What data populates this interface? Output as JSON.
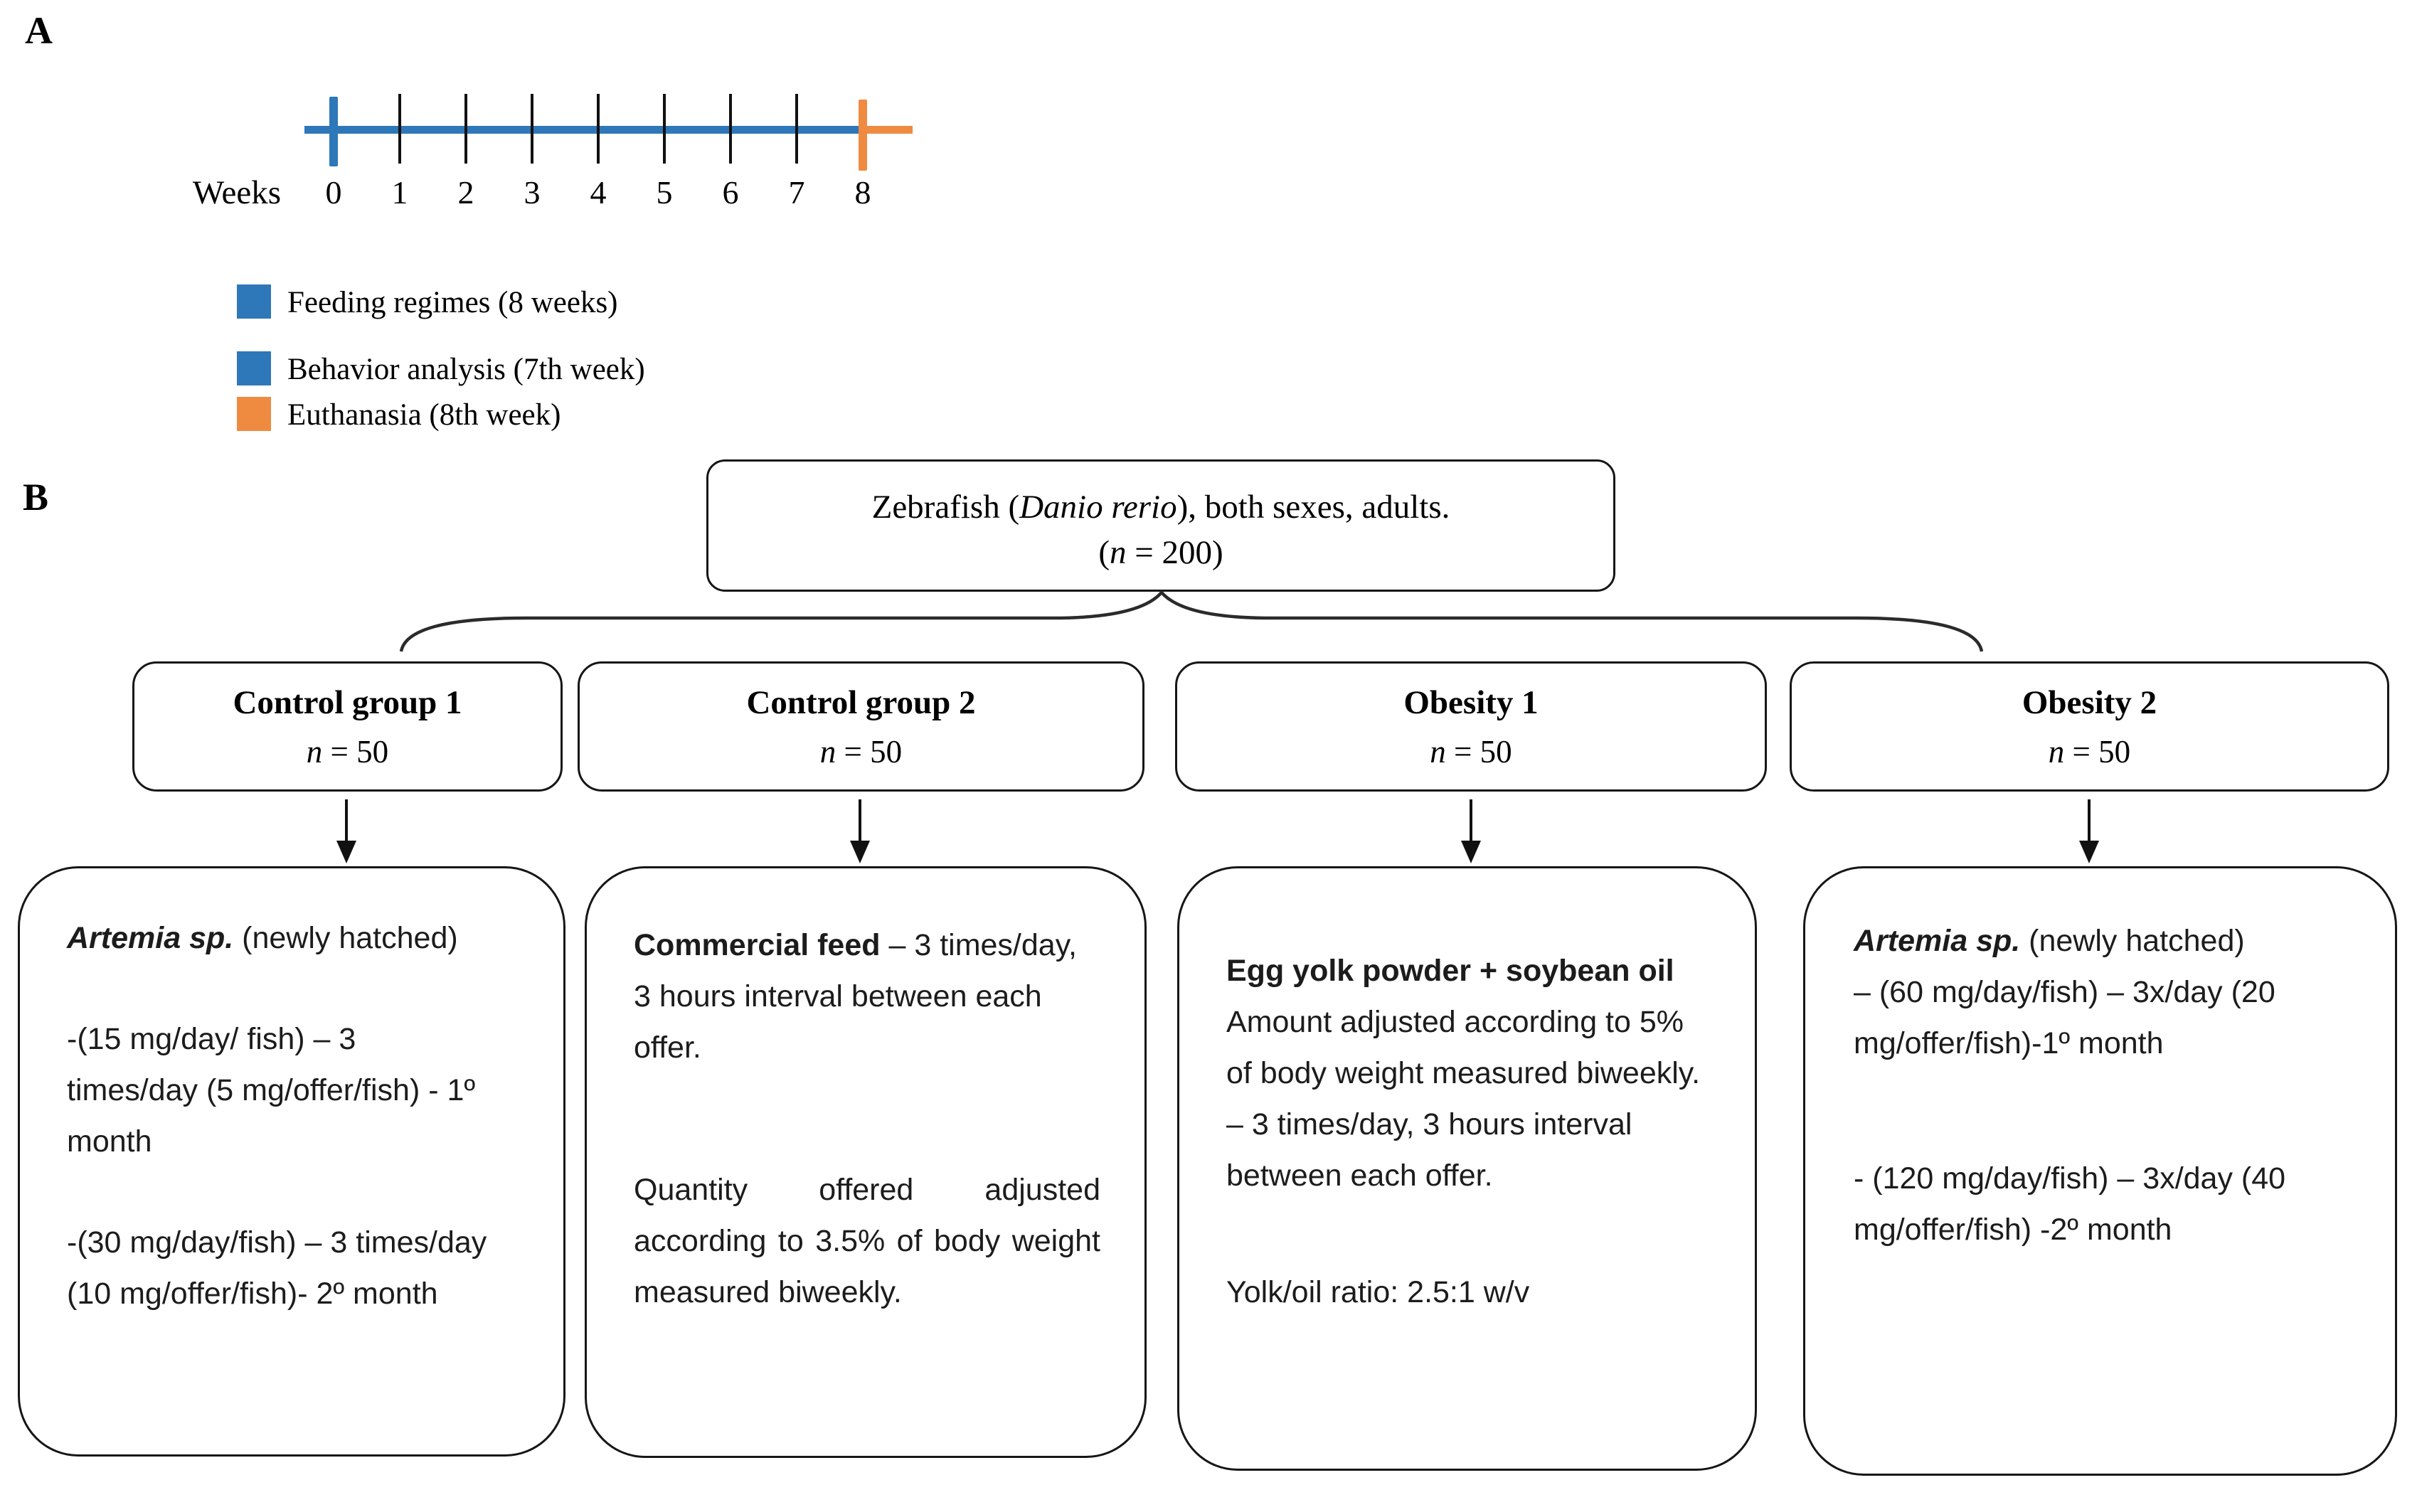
{
  "panel_a": {
    "label": "A",
    "timeline": {
      "axis_label": "Weeks",
      "week_ticks": [
        "0",
        "1",
        "2",
        "3",
        "4",
        "5",
        "6",
        "7",
        "8"
      ],
      "feeding_color": "#2E77B9",
      "euthanasia_color": "#EF8B41"
    },
    "legend": {
      "items": [
        {
          "label": "Feeding regimes (8 weeks)",
          "color": "#2E77B9"
        },
        {
          "label": "Behavior analysis (7th week)",
          "color": "#2E77B9"
        },
        {
          "label": "Euthanasia (8th week)",
          "color": "#EF8B41"
        }
      ]
    }
  },
  "panel_b": {
    "label": "B",
    "root_box": {
      "line1_pre": "Zebrafish (",
      "line1_italic": "Danio rerio",
      "line1_post": "), both sexes, adults.",
      "line2_pre": "(",
      "line2_italic": "n",
      "line2_post": " = 200)"
    },
    "groups": [
      {
        "title": "Control group 1",
        "n_italic": "n",
        "n_post": " = 50",
        "detail": {
          "p1_lead": "Artemia sp.",
          "p1_text": " (newly hatched)",
          "p2_text": "-(15 mg/day/ fish) – 3 times/day (5 mg/offer/fish) - 1º month",
          "p3_text": "-(30 mg/day/fish) –  3 times/day (10 mg/offer/fish)- 2º month"
        }
      },
      {
        "title": "Control group 2",
        "n_italic": "n",
        "n_post": " = 50",
        "detail": {
          "p1_lead": "Commercial feed",
          "p1_text": " – 3 times/day, 3 hours interval between each offer.",
          "p2_text": "Quantity offered adjusted according to 3.5% of body weight measured biweekly."
        }
      },
      {
        "title": "Obesity 1",
        "n_italic": "n",
        "n_post": " = 50",
        "detail": {
          "p1_lead": "Egg yolk powder + soybean oil",
          "p2_text": "Amount adjusted according to 5% of body weight measured biweekly.",
          "p3_text": "– 3 times/day, 3 hours interval between each offer.",
          "p4_text": "Yolk/oil ratio: 2.5:1 w/v"
        }
      },
      {
        "title": "Obesity 2",
        "n_italic": "n",
        "n_post": " = 50",
        "detail": {
          "p1_lead": "Artemia sp.",
          "p1_text": " (newly hatched)",
          "p2_text": "– (60  mg/day/fish) – 3x/day (20 mg/offer/fish)-1º month",
          "p3_text": "- (120 mg/day/fish) – 3x/day (40 mg/offer/fish) -2º month"
        }
      }
    ]
  }
}
